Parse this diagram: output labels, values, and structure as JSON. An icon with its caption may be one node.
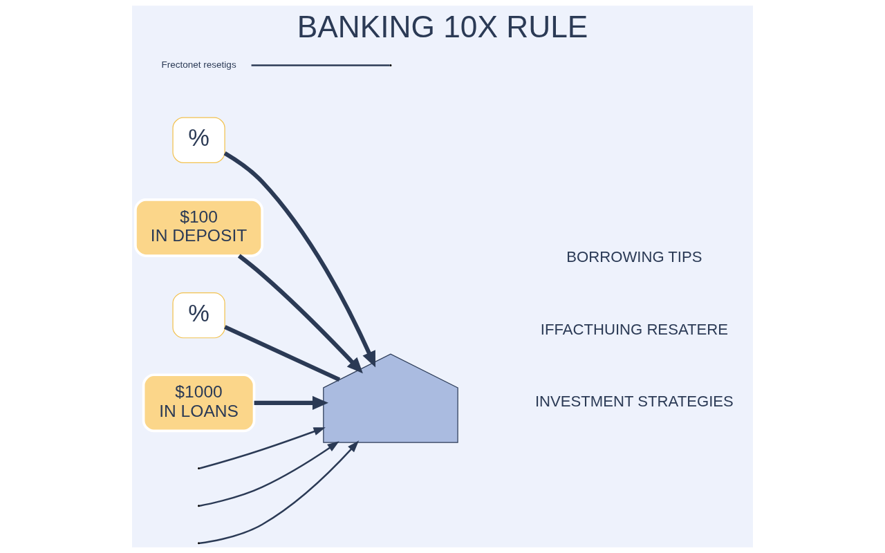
{
  "diagram": {
    "title": "BANKING 10X RULE",
    "nodes": [
      {
        "text": [
          "%"
        ]
      },
      {
        "text": [
          "$100",
          "IN DEPOSIT"
        ]
      },
      {
        "text": [],
        "shape": "picture"
      },
      {
        "text": [
          "%"
        ]
      },
      {
        "text": [
          "$1000",
          "IN LOANS"
        ]
      },
      {
        "text": [
          "Frectonet resetigs"
        ]
      }
    ],
    "edges": [
      {
        "from": 0,
        "to": 2,
        "arrow": "to",
        "style": "thick"
      },
      {
        "from": 1,
        "to": 2,
        "arrow": "to",
        "style": "thick"
      },
      {
        "from": null,
        "to": 2,
        "arrow": "to"
      },
      {
        "from": null,
        "to": 2,
        "arrow": "to"
      },
      {
        "from": null,
        "to": 2,
        "arrow": "to"
      },
      {
        "from": 3,
        "to": 2,
        "arrow": "none",
        "style": "thick"
      },
      {
        "from": 4,
        "to": 2,
        "arrow": "to",
        "style": "thick"
      },
      {
        "from": 5,
        "to": null,
        "arrow": "none"
      }
    ],
    "labels": [
      "INVESTMENT STRATEGIES",
      "IFFACTHUING RESATERE",
      "BORROWING TIPS"
    ]
  }
}
